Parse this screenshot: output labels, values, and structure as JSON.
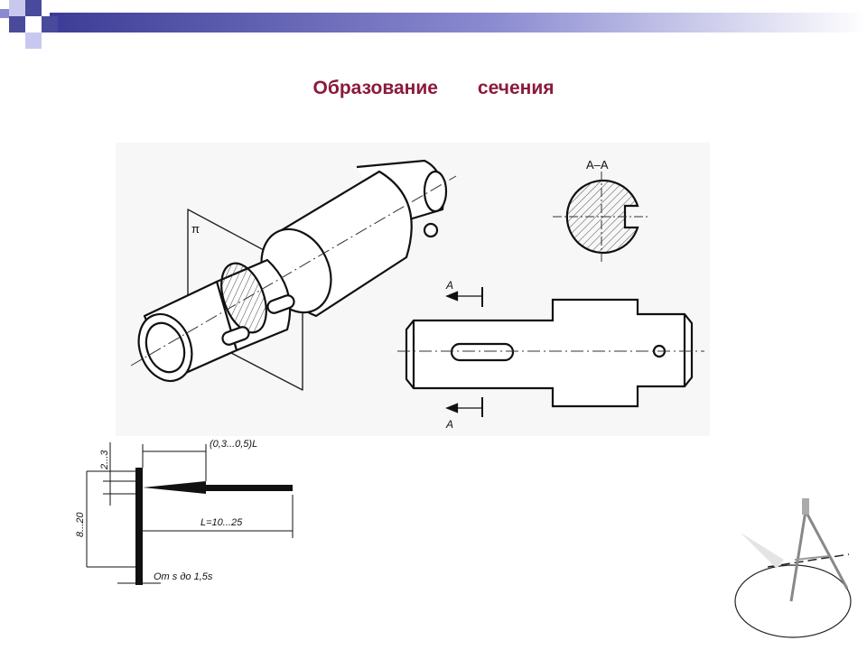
{
  "slide": {
    "title_word1": "Образование",
    "title_word2": "сечения",
    "title_color": "#8b1a3b",
    "accent_colors": [
      "#4a4a9c",
      "#8a8ad0",
      "#c8c8ee"
    ]
  },
  "iso_drawing": {
    "plane_label": "π"
  },
  "section_view": {
    "label": "А–А"
  },
  "front_view": {
    "cut_label_top": "А",
    "cut_label_bottom": "А"
  },
  "arrow_standard": {
    "dim_top": "(0,3...0,5)L",
    "dim_left_small": "2...3",
    "dim_left_large": "8...20",
    "dim_length": "L=10...25",
    "dim_bottom": "От s до 1,5s"
  },
  "compass_icon": "drawing-compass-icon"
}
